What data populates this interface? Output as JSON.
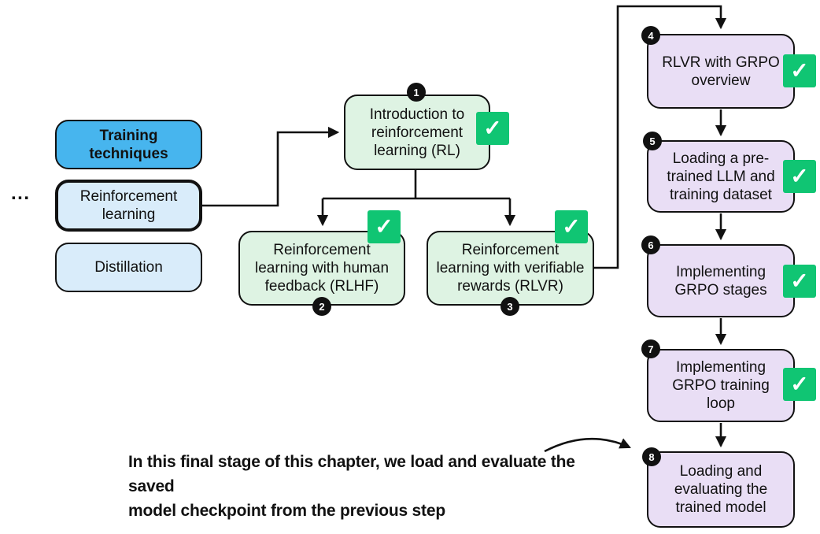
{
  "palette": {
    "bright_blue": "#47b5ee",
    "pale_blue": "#d9ecfa",
    "pale_green": "#def3e3",
    "pale_purple": "#e9def5",
    "check_green": "#10c573",
    "ink": "#111111"
  },
  "glyphs": {
    "check": "✓",
    "ellipsis": "..."
  },
  "topics": {
    "items": [
      {
        "label": "Training techniques"
      },
      {
        "label": "Reinforcement learning"
      },
      {
        "label": "Distillation"
      }
    ]
  },
  "steps": [
    {
      "num": "1",
      "label": "Introduction to reinforcement learning (RL)",
      "completed": true
    },
    {
      "num": "2",
      "label": "Reinforcement learning with human feedback (RLHF)",
      "completed": true
    },
    {
      "num": "3",
      "label": "Reinforcement learning with verifiable rewards (RLVR)",
      "completed": true
    },
    {
      "num": "4",
      "label": "RLVR with GRPO overview",
      "completed": true
    },
    {
      "num": "5",
      "label": "Loading a pre-trained LLM and training dataset",
      "completed": true
    },
    {
      "num": "6",
      "label": "Implementing GRPO stages",
      "completed": true
    },
    {
      "num": "7",
      "label": "Implementing GRPO training loop",
      "completed": true
    },
    {
      "num": "8",
      "label": "Loading and evaluating the trained model",
      "completed": false
    }
  ],
  "annotation": {
    "line1": "In this final stage of this chapter, we load and evaluate the saved",
    "line2": "model checkpoint from the previous step"
  }
}
